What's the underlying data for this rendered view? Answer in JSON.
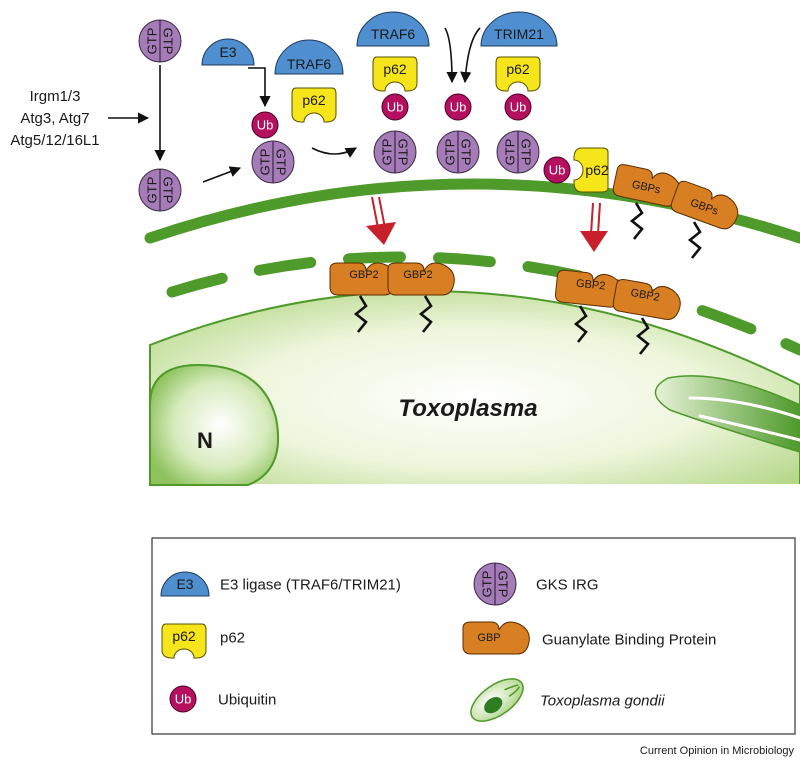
{
  "molecules": {
    "gtp": "GTP",
    "e3": "E3",
    "traf6": "TRAF6",
    "trim21": "TRIM21",
    "p62": "p62",
    "ub": "Ub",
    "gbps": "GBPs",
    "gbp2": "GBP2"
  },
  "factors": {
    "line1": "Irgm1/3",
    "line2": "Atg3, Atg7",
    "line3": "Atg5/12/16L1"
  },
  "parasite": {
    "name": "Toxoplasma",
    "nucleus": "N"
  },
  "legend": {
    "e3_icon": "E3",
    "e3_label": "E3 ligase (TRAF6/TRIM21)",
    "p62_icon": "p62",
    "p62_label": "p62",
    "ub_icon": "Ub",
    "ub_label": "Ubiquitin",
    "gtp_icon": "GTP",
    "gtp_label": "GKS IRG",
    "gbp_icon": "GBP",
    "gbp_label": "Guanylate Binding Protein",
    "toxo_label": "Toxoplasma gondii"
  },
  "footer": {
    "credit": "Current Opinion in Microbiology"
  },
  "colors": {
    "gtp_fill": "#a57cb8",
    "e3_fill": "#4f8fd0",
    "p62_fill": "#f6e51a",
    "ub_fill": "#b5105f",
    "gbp_fill": "#d77f22",
    "membrane": "#4e9a2a",
    "arrow_red": "#c8202a"
  }
}
